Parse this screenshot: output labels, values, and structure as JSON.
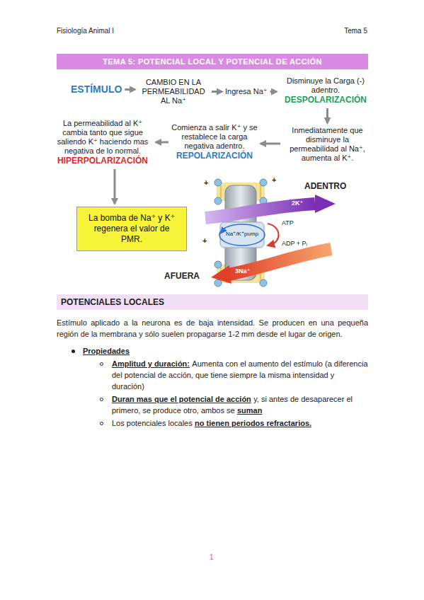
{
  "diagram": {
    "title": "TEMA 5: POTENCIAL LOCAL Y POTENCIAL DE ACCIÓN",
    "nodes": [
      {
        "text": [
          "ESTÍMULO"
        ]
      },
      {
        "text": [
          "CAMBIO EN LA PERMEABILIDAD AL Na⁺"
        ]
      },
      {
        "text": [
          "Ingresa Na⁺"
        ]
      },
      {
        "text": [
          "Disminuye la Carga (-) adentro.",
          "DESPOLARIZACIÓN"
        ]
      },
      {
        "text": [
          "Inmediatamente que disminuye la permeabilidad al Na⁺, aumenta al K⁺."
        ]
      },
      {
        "text": [
          "Comienza a salir K⁺ y se restablece la carga negativa adentro.",
          "REPOLARIZACIÓN"
        ]
      },
      {
        "text": [
          "La permeabilidad al K⁺ cambia tanto que sigue saliendo K⁺ haciendo mas negativa de lo normal.",
          "HIPERPOLARIZACIÓN"
        ]
      },
      {
        "text": [
          "La bomba de Na⁺ y K⁺ regenera el valor de PMR."
        ]
      },
      {
        "text": [
          "POTENCIALES LOCALES"
        ]
      }
    ],
    "edges": [
      {
        "from": 0,
        "to": 1,
        "arrow": "to"
      },
      {
        "from": 1,
        "to": 2,
        "arrow": "to"
      },
      {
        "from": 2,
        "to": 3,
        "arrow": "to"
      },
      {
        "from": 3,
        "to": 4,
        "arrow": "to"
      },
      {
        "from": 4,
        "to": 5,
        "arrow": "to"
      },
      {
        "from": 5,
        "to": 6,
        "arrow": "to"
      },
      {
        "from": 6,
        "to": 7,
        "arrow": "to"
      }
    ],
    "labels": [
      "Fisiología Animal I",
      "Tema 5",
      "ADENTRO",
      "AFUERA",
      "2K⁺",
      "3Na⁺",
      "Na⁺/K⁺pump",
      "ATP",
      "ADP + Pᵢ",
      "+",
      "+",
      "+",
      "Estímulo aplicado a la neurona es de baja intensidad. Se producen en una pequeña región de la membrana y sólo suelen propagarse 1-2 mm desde el lugar de origen.",
      "Propiedades",
      "Amplitud y duración:",
      "Aumenta con el aumento del estímulo (a diferencia del potencial de acción, que tiene siempre la misma intensidad y duración)",
      "Duran mas que el potencial de acción",
      "y, si antes de desaparecer el primero, se produce otro, ambos se",
      "suman",
      "Los potenciales locales",
      "no tienen periodos refractarios.",
      "1"
    ]
  }
}
